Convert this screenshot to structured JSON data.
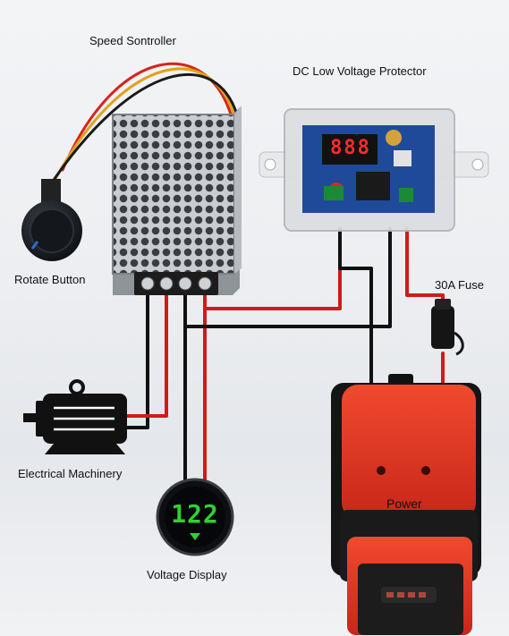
{
  "labels": {
    "speed_controller": "Speed Sontroller",
    "dc_protector": "DC Low Voltage Protector",
    "rotate_button": "Rotate Button",
    "fuse": "30A Fuse",
    "electrical_machinery": "Electrical Machinery",
    "power": "Power",
    "voltage_display": "Voltage Display"
  },
  "displays": {
    "voltage_reading": "122",
    "protector_reading": "888"
  },
  "icons": {
    "controller": "speed-controller-icon",
    "protector": "dc-protector-icon",
    "knob": "rotate-knob-icon",
    "fuse": "fuse-holder-icon",
    "motor": "motor-icon",
    "battery": "battery-pack-icon",
    "voltmeter": "voltmeter-icon"
  },
  "colors": {
    "wire_red": "#d11a1a",
    "wire_black": "#111111",
    "battery_red": "#e8331f",
    "display_green": "#2fd12f",
    "display_red": "#ff2a2a"
  }
}
